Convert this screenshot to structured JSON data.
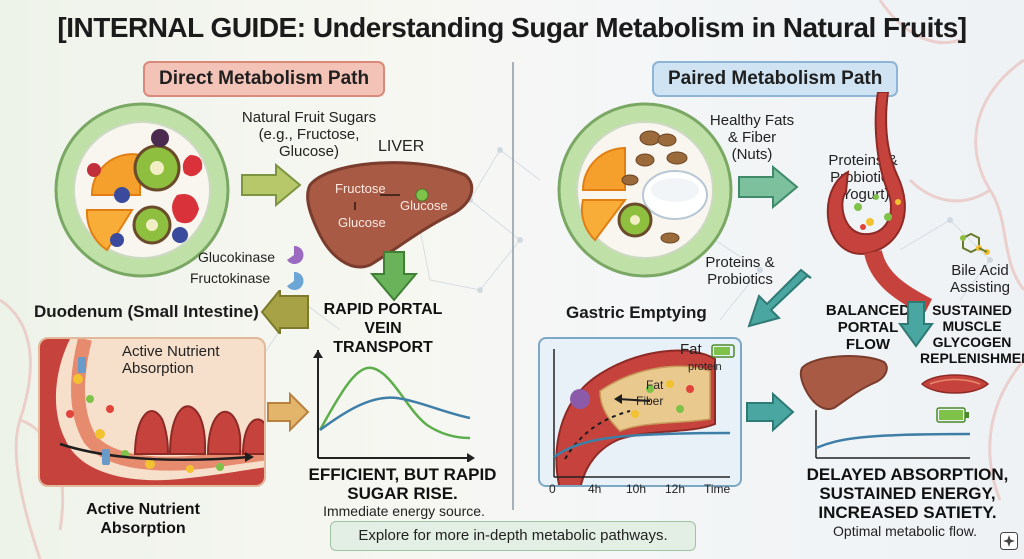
{
  "title": "[INTERNAL GUIDE: Understanding Sugar Metabolism in Natural Fruits]",
  "left": {
    "section_label": "Direct Metabolism Path",
    "fruit_sugars_label": "Natural Fruit Sugars\n(e.g., Fructose,\nGlucose)",
    "liver_label": "LIVER",
    "fructose_label": "Fructose",
    "glucose_label_1": "Glucose",
    "glucose_label_2": "Glucose",
    "glucokinase_label": "Glucokinase",
    "fructokinase_label": "Fructokinase",
    "duodenum_label": "Duodenum (Small Intestine)",
    "portal_label": "RAPID PORTAL VEIN\nTRANSPORT",
    "active_nutrient_inner": "Active Nutrient\nAbsorption",
    "active_nutrient_caption": "Active Nutrient\nAbsorption",
    "outcome_bold": "EFFICIENT, BUT RAPID\nSUGAR RISE.",
    "outcome_sub": "Immediate energy source."
  },
  "right": {
    "section_label": "Paired Metabolism Path",
    "fats_label": "Healthy Fats\n& Fiber\n(Nuts)",
    "proteins_probiotics_yogurt": "Proteins &\nProbiotics\n(Yogurt)",
    "proteins_probiotics_plate": "Proteins &\nProbiotics",
    "bile_label": "Bile Acid\nAssisting",
    "gastric_label": "Gastric Emptying",
    "balanced_label": "BALANCED\nPORTAL FLOW",
    "sustained_label": "SUSTAINED\nMUSCLE\nGLYCOGEN\nREPLENISHMENT",
    "stomach_fat": "Fat",
    "stomach_protein": "protein",
    "stomach_fat2": "Fat",
    "stomach_fiber": "Fiber",
    "time_ticks": [
      "0",
      "4h",
      "10h",
      "12h",
      "Time"
    ],
    "outcome_bold": "DELAYED ABSORPTION,\nSUSTAINED ENERGY,\nINCREASED SATIETY.",
    "outcome_sub": "Optimal metabolic flow."
  },
  "footer": "Explore for more in-depth metabolic pathways.",
  "colors": {
    "green_curve": "#5cae4a",
    "blue_curve": "#3f7fa7",
    "liver": "#a95a45",
    "intestine": "#c6433d",
    "arrow_green": "#78b85a",
    "arrow_olive": "#a7a245",
    "arrow_teal": "#4aa6a0"
  }
}
